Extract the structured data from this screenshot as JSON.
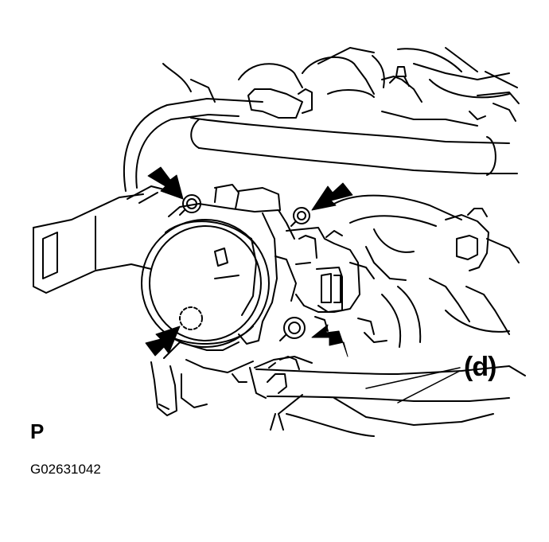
{
  "callouts": {
    "part_label": "(d)",
    "view_label": "P"
  },
  "figure_code": "G02631042",
  "colors": {
    "ink": "#000000",
    "paper": "#ffffff"
  },
  "arrows": [
    {
      "name": "arrow-upper-left-bolt",
      "points_to": "upper-left-bolt-icon"
    },
    {
      "name": "arrow-upper-right-bolt",
      "points_to": "upper-right-bolt-icon"
    },
    {
      "name": "arrow-lower-left-bolt",
      "points_to": "lower-left-bolt-icon"
    },
    {
      "name": "arrow-lower-right-bolt",
      "points_to": "lower-right-bolt-icon"
    }
  ]
}
